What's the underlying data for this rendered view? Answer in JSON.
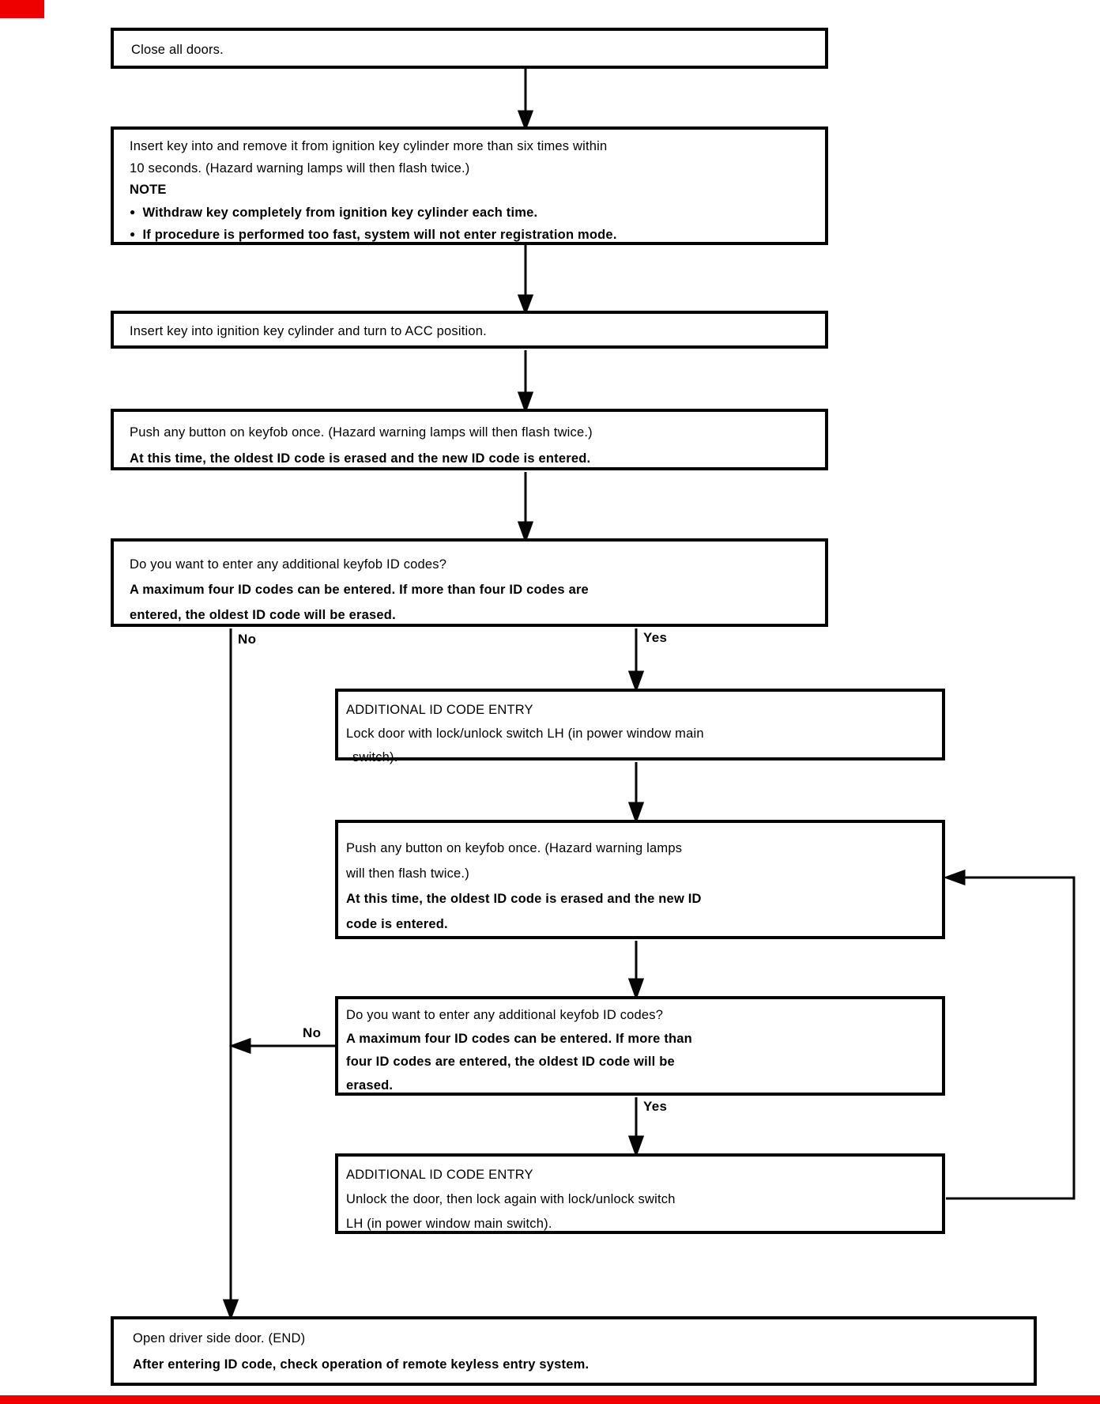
{
  "page": {
    "background": "#ffffff",
    "line_color": "#000000",
    "scan_mark_color": "#ef0000"
  },
  "glyphs": {
    "bullet": "●"
  },
  "nodes": {
    "box1": {
      "lines": [
        {
          "text": "Close all doors.",
          "bold": false
        }
      ]
    },
    "box2": {
      "lines": [
        {
          "text": "Insert key into and remove it from ignition key cylinder more than six times within",
          "bold": false
        },
        {
          "text": "10 seconds. (Hazard warning lamps will then flash twice.)",
          "bold": false
        },
        {
          "text": "NOTE",
          "bold": true
        },
        {
          "text": "Withdraw key completely from ignition key cylinder each time.",
          "bold": true,
          "bullet": true
        },
        {
          "text": "If procedure is performed too fast, system will not enter registration mode.",
          "bold": true,
          "bullet": true
        }
      ]
    },
    "box3": {
      "lines": [
        {
          "text": "Insert key into ignition key cylinder and turn to ACC position.",
          "bold": false
        }
      ]
    },
    "box4": {
      "lines": [
        {
          "text": "Push any button on keyfob once. (Hazard warning lamps will then flash twice.)",
          "bold": false
        },
        {
          "text": "At this time, the oldest ID code is erased and the new ID code is entered.",
          "bold": true
        }
      ]
    },
    "box5": {
      "lines": [
        {
          "text": "Do you want to enter any additional keyfob ID codes?",
          "bold": false
        },
        {
          "text": "A maximum four ID codes can be entered. If more than four ID codes are",
          "bold": true
        },
        {
          "text": "entered, the oldest ID code will be erased.",
          "bold": true
        }
      ]
    },
    "box6": {
      "lines": [
        {
          "text": "ADDITIONAL ID CODE ENTRY",
          "bold": false
        },
        {
          "text": "Lock door with lock/unlock switch LH (in power window main",
          "bold": false
        },
        {
          "text": "switch).",
          "bold": false,
          "indent": true
        }
      ]
    },
    "box7": {
      "lines": [
        {
          "text": "Push any button on keyfob once. (Hazard warning lamps",
          "bold": false
        },
        {
          "text": "will then flash twice.)",
          "bold": false
        },
        {
          "text": "At this time, the oldest ID code is erased and the new ID",
          "bold": true
        },
        {
          "text": "code is entered.",
          "bold": true
        }
      ]
    },
    "box8": {
      "lines": [
        {
          "text": "Do you want to enter any additional keyfob ID codes?",
          "bold": false
        },
        {
          "text": "A maximum four ID codes can be entered. If more than",
          "bold": true
        },
        {
          "text": "four ID codes are entered, the oldest ID code will be",
          "bold": true
        },
        {
          "text": "erased.",
          "bold": true
        }
      ]
    },
    "box9": {
      "lines": [
        {
          "text": "ADDITIONAL ID CODE ENTRY",
          "bold": false
        },
        {
          "text": "Unlock the door, then lock again with lock/unlock switch",
          "bold": false
        },
        {
          "text": "LH (in power window main switch).",
          "bold": false
        }
      ]
    },
    "box10": {
      "lines": [
        {
          "text": "Open driver side door. (END)",
          "bold": false
        },
        {
          "text": "After entering ID code, check operation of remote keyless entry system.",
          "bold": true
        }
      ]
    }
  },
  "labels": {
    "no1": "No",
    "yes1": "Yes",
    "no2": "No",
    "yes2": "Yes"
  }
}
